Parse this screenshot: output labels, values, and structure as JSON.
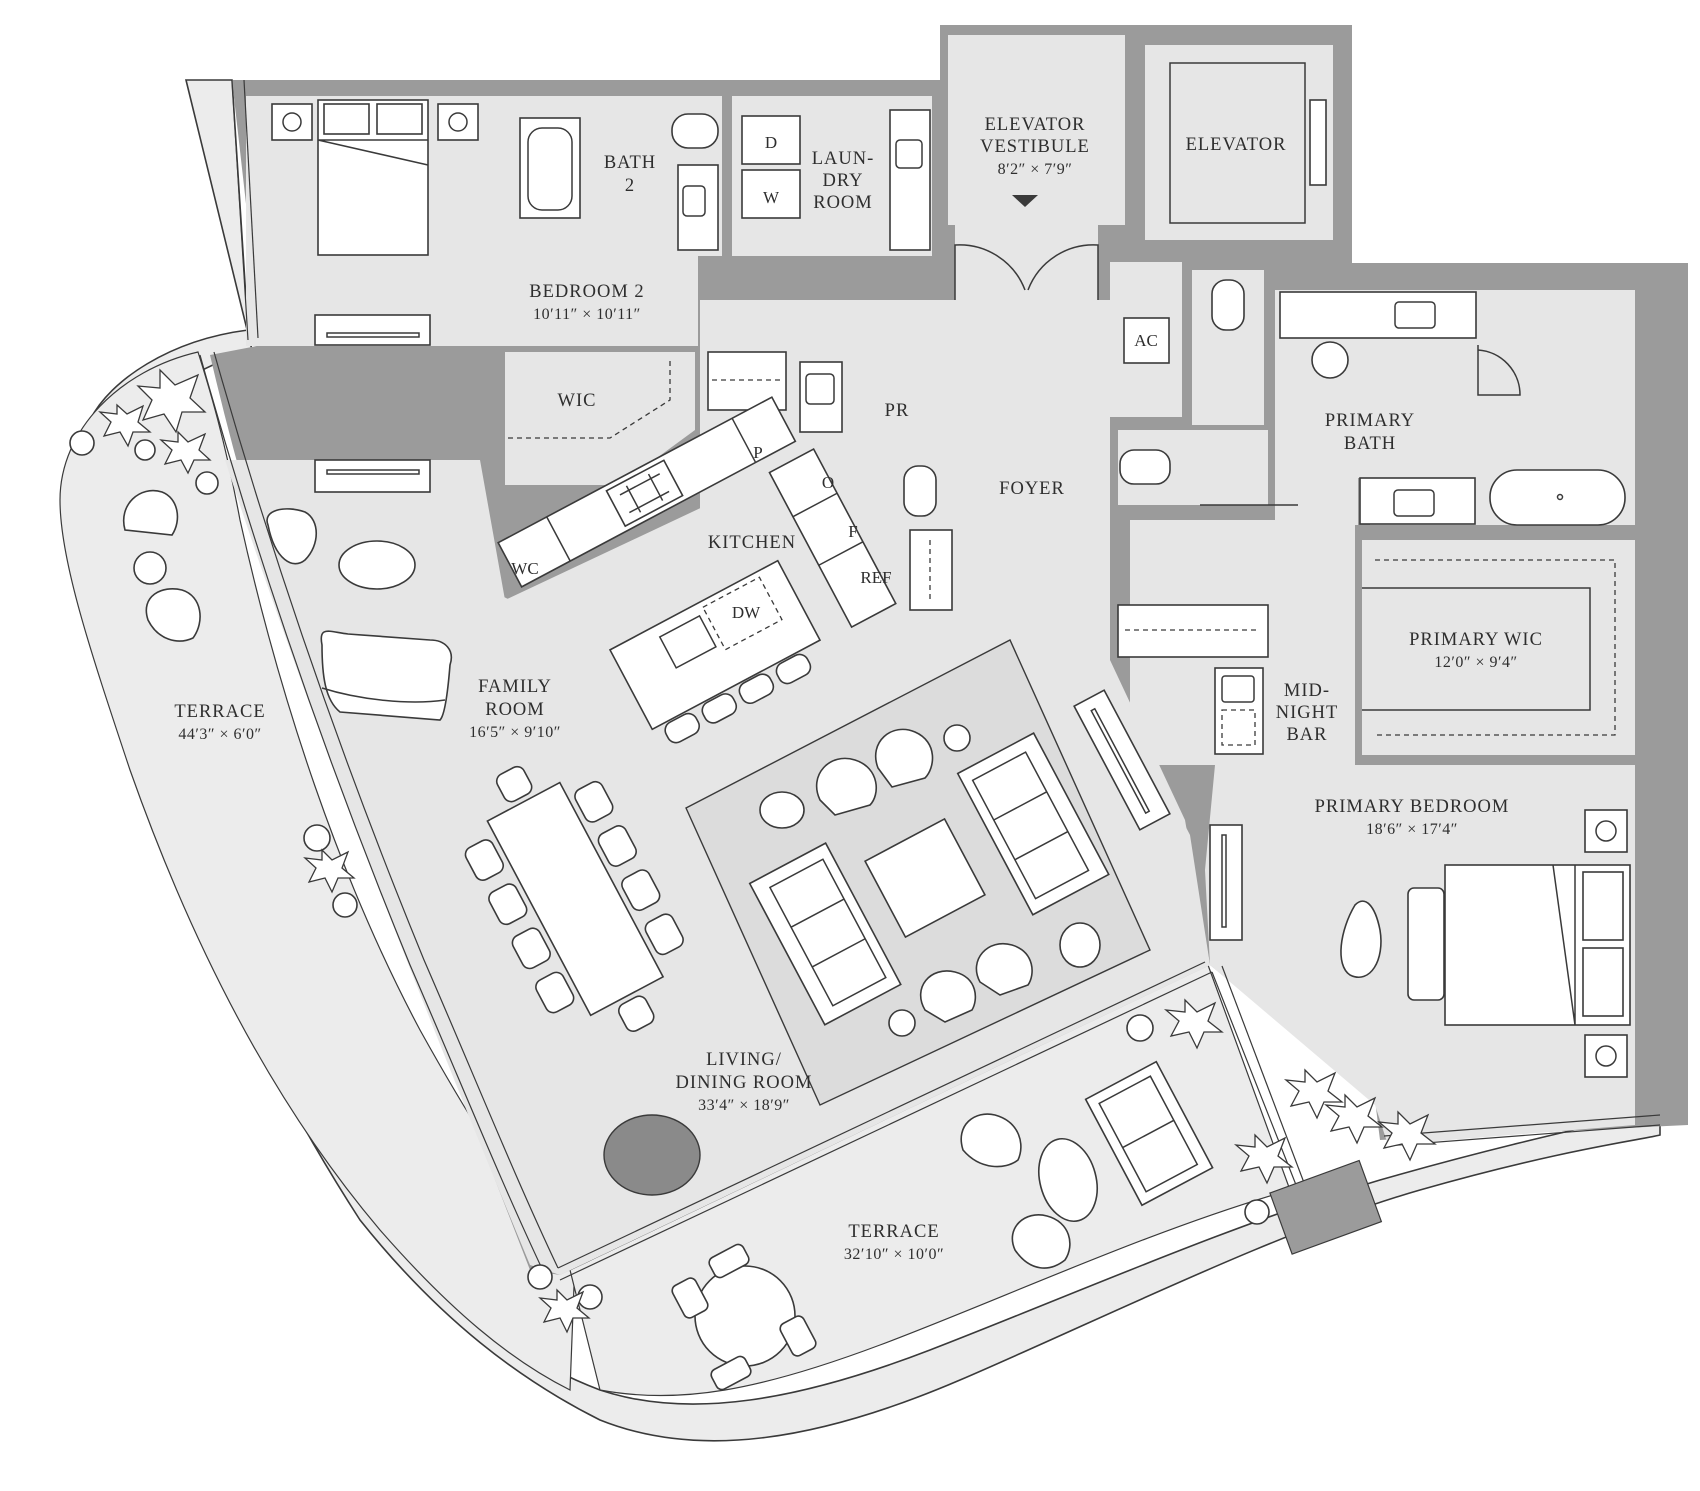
{
  "floorplan": {
    "rooms": {
      "bedroom2": {
        "name": "BEDROOM 2",
        "dims": "10′11″ × 10′11″"
      },
      "bath2": {
        "name_line1": "BATH",
        "name_line2": "2"
      },
      "laundry": {
        "name_line1": "LAUN-",
        "name_line2": "DRY",
        "name_line3": "ROOM"
      },
      "elevator_vestibule": {
        "name_line1": "ELEVATOR",
        "name_line2": "VESTIBULE",
        "dims": "8′2″ × 7′9″"
      },
      "elevator": {
        "name": "ELEVATOR"
      },
      "wic": {
        "name": "WIC"
      },
      "pr": {
        "name": "PR"
      },
      "foyer": {
        "name": "FOYER"
      },
      "primary_bath": {
        "name_line1": "PRIMARY",
        "name_line2": "BATH"
      },
      "kitchen": {
        "name": "KITCHEN"
      },
      "family_room": {
        "name_line1": "FAMILY",
        "name_line2": "ROOM",
        "dims": "16′5″ × 9′10″"
      },
      "terrace_west": {
        "name": "TERRACE",
        "dims": "44′3″ × 6′0″"
      },
      "primary_wic": {
        "name": "PRIMARY WIC",
        "dims": "12′0″ × 9′4″"
      },
      "midnight_bar": {
        "name_line1": "MID-",
        "name_line2": "NIGHT",
        "name_line3": "BAR"
      },
      "primary_bedroom": {
        "name": "PRIMARY BEDROOM",
        "dims": "18′6″ × 17′4″"
      },
      "living_dining": {
        "name_line1": "LIVING/",
        "name_line2": "DINING ROOM",
        "dims": "33′4″ × 18′9″"
      },
      "terrace_south": {
        "name": "TERRACE",
        "dims": "32′10″ × 10′0″"
      }
    },
    "fixtures": {
      "dryer": "D",
      "washer": "W",
      "ac": "AC",
      "pantry": "P",
      "oven": "O",
      "freezer": "F",
      "refrigerator": "REF",
      "wc": "WC",
      "dishwasher": "DW"
    },
    "colors": {
      "wall": "#9b9b9b",
      "floor": "#e6e6e6",
      "terrace": "#ececec",
      "line": "#3a3a3a",
      "background": "#ffffff"
    }
  }
}
